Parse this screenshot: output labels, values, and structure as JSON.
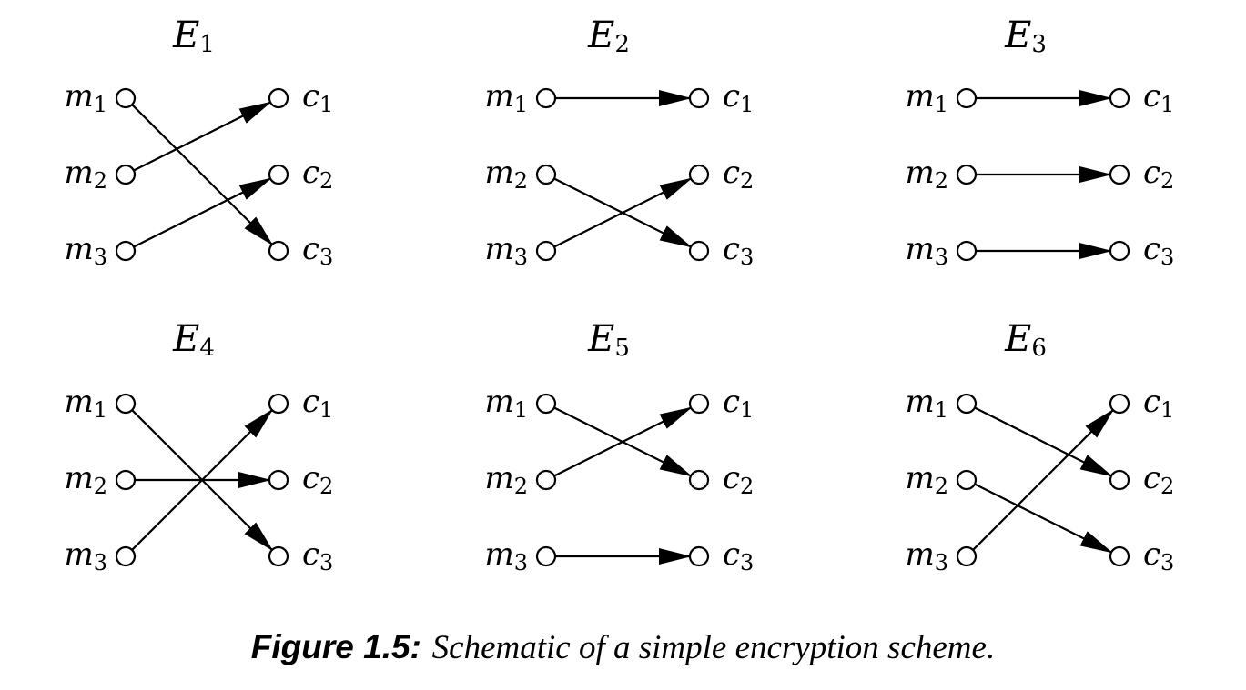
{
  "figure": {
    "panels": [
      {
        "name": "E",
        "sub": "1",
        "mapping": [
          3,
          1,
          2
        ]
      },
      {
        "name": "E",
        "sub": "2",
        "mapping": [
          1,
          3,
          2
        ]
      },
      {
        "name": "E",
        "sub": "3",
        "mapping": [
          1,
          2,
          3
        ]
      },
      {
        "name": "E",
        "sub": "4",
        "mapping": [
          3,
          2,
          1
        ]
      },
      {
        "name": "E",
        "sub": "5",
        "mapping": [
          2,
          1,
          3
        ]
      },
      {
        "name": "E",
        "sub": "6",
        "mapping": [
          2,
          3,
          1
        ]
      }
    ],
    "messages": [
      {
        "base": "m",
        "sub": "1"
      },
      {
        "base": "m",
        "sub": "2"
      },
      {
        "base": "m",
        "sub": "3"
      }
    ],
    "ciphertexts": [
      {
        "base": "c",
        "sub": "1"
      },
      {
        "base": "c",
        "sub": "2"
      },
      {
        "base": "c",
        "sub": "3"
      }
    ]
  },
  "caption": {
    "label": "Figure 1.5:",
    "text": "Schematic of a simple encryption scheme."
  }
}
